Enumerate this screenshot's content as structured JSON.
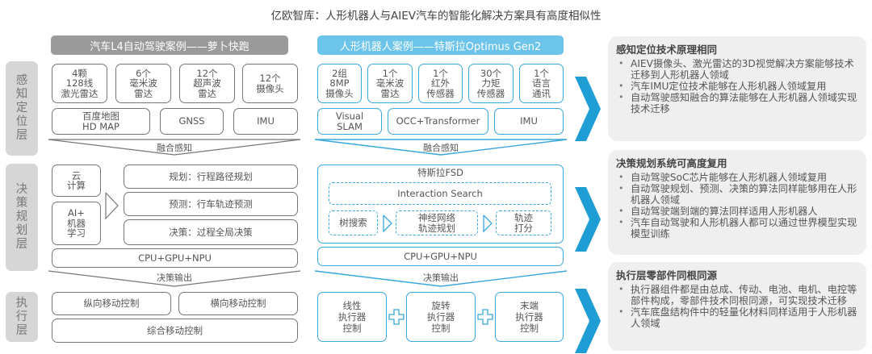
{
  "title": "亿欧智库：人形机器人与AIEV汽车的智能化解决方案具有高度相似性",
  "colors": {
    "gray_header": "#9a9a9a",
    "blue_header": "#6cc4ea",
    "blue_border": "#3aa8dc",
    "chevron": "#1f9ed6",
    "layer_bg": "#d6d6d6",
    "panel_bg": "#efefef"
  },
  "layers": [
    "感知定位层",
    "决策规划层",
    "执行层"
  ],
  "car": {
    "header": "汽车L4自动驾驶案例——萝卜快跑",
    "perception": {
      "sensors": [
        "4颗\n128线\n激光雷达",
        "6个\n毫米波\n雷达",
        "12个\n超声波\n雷达",
        "12个\n摄像头"
      ],
      "row2": [
        "百度地图\nHD MAP",
        "GNSS",
        "IMU"
      ],
      "fusion": "融合感知"
    },
    "decision": {
      "left": [
        "云\n计算",
        "AI+\n机器\n学习"
      ],
      "right": [
        "规划：行程路径规划",
        "预测：行车轨迹预测",
        "决策：过程全局决策"
      ],
      "compute": "CPU+GPU+NPU",
      "output": "决策输出"
    },
    "execution": {
      "row1": [
        "纵向移动控制",
        "横向移动控制"
      ],
      "row2": "综合移动控制"
    }
  },
  "robot": {
    "header": "人形机器人案例——特斯拉Optimus Gen2",
    "perception": {
      "sensors": [
        "2组\n8MP\n摄像头",
        "1个\n毫米波\n雷达",
        "1个\n红外\n传感器",
        "30个\n力矩\n传感器",
        "1个\n语言\n通讯"
      ],
      "row2": [
        "Visual\nSLAM",
        "OCC+Transformer",
        "IMU"
      ],
      "fusion": "融合感知"
    },
    "decision": {
      "fsd_title": "特斯拉FSD",
      "interaction": "Interaction Search",
      "steps": [
        "树搜索",
        "神经网络\n轨迹规划",
        "轨迹\n打分"
      ],
      "compute": "CPU+GPU+NPU",
      "output": "决策输出"
    },
    "execution": [
      "线性\n执行器\n控制",
      "旋转\n执行器\n控制",
      "末端\n执行器\n控制"
    ]
  },
  "panels": [
    {
      "title": "感知定位技术原理相同",
      "items": [
        "AIEV摄像头、激光雷达的3D视觉解决方案能够技术迁移到人形机器人领域",
        "汽车IMU定位技术能够在人形机器人领域复用",
        "自动驾驶感知融合的算法能够在人形机器人领域实现技术迁移"
      ]
    },
    {
      "title": "决策规划系统可高度复用",
      "items": [
        "自动驾驶SoC芯片能够在人形机器人领域复用",
        "自动驾驶规划、预测、决策的算法同样能够用在人形机器人领域",
        "自动驾驶端到端的算法同样适用人形机器人",
        "汽车自动驾驶和人形机器人都可以通过世界模型实现模型训练"
      ]
    },
    {
      "title": "执行层零部件同根同源",
      "items": [
        "执行器组件都是由总成、传动、电池、电机、电控等部件构成，零部件技术同根同源，可实现技术迁移",
        "汽车底盘结构件中的轻量化材料同样适用于人形机器人领域"
      ]
    }
  ]
}
